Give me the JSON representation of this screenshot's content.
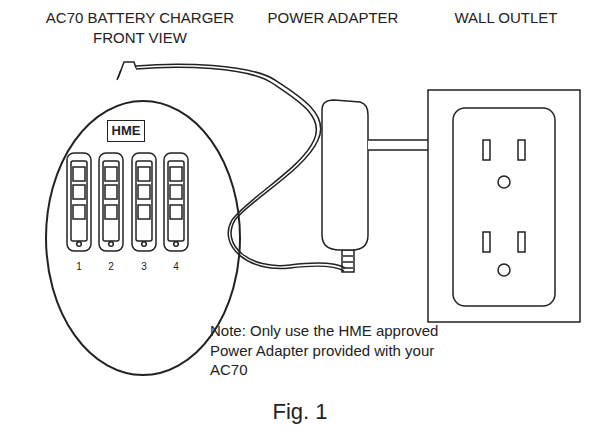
{
  "diagram": {
    "caption": "Fig. 1",
    "nodes": [
      {
        "text": [
          "HME"
        ]
      }
    ],
    "labels": [
      "AC70 BATTERY CHARGER FRONT VIEW",
      "POWER ADAPTER",
      "WALL OUTLET",
      "1",
      "2",
      "3",
      "4",
      "Note: Only use the HME approved Power Adapter provided with your AC70"
    ]
  }
}
